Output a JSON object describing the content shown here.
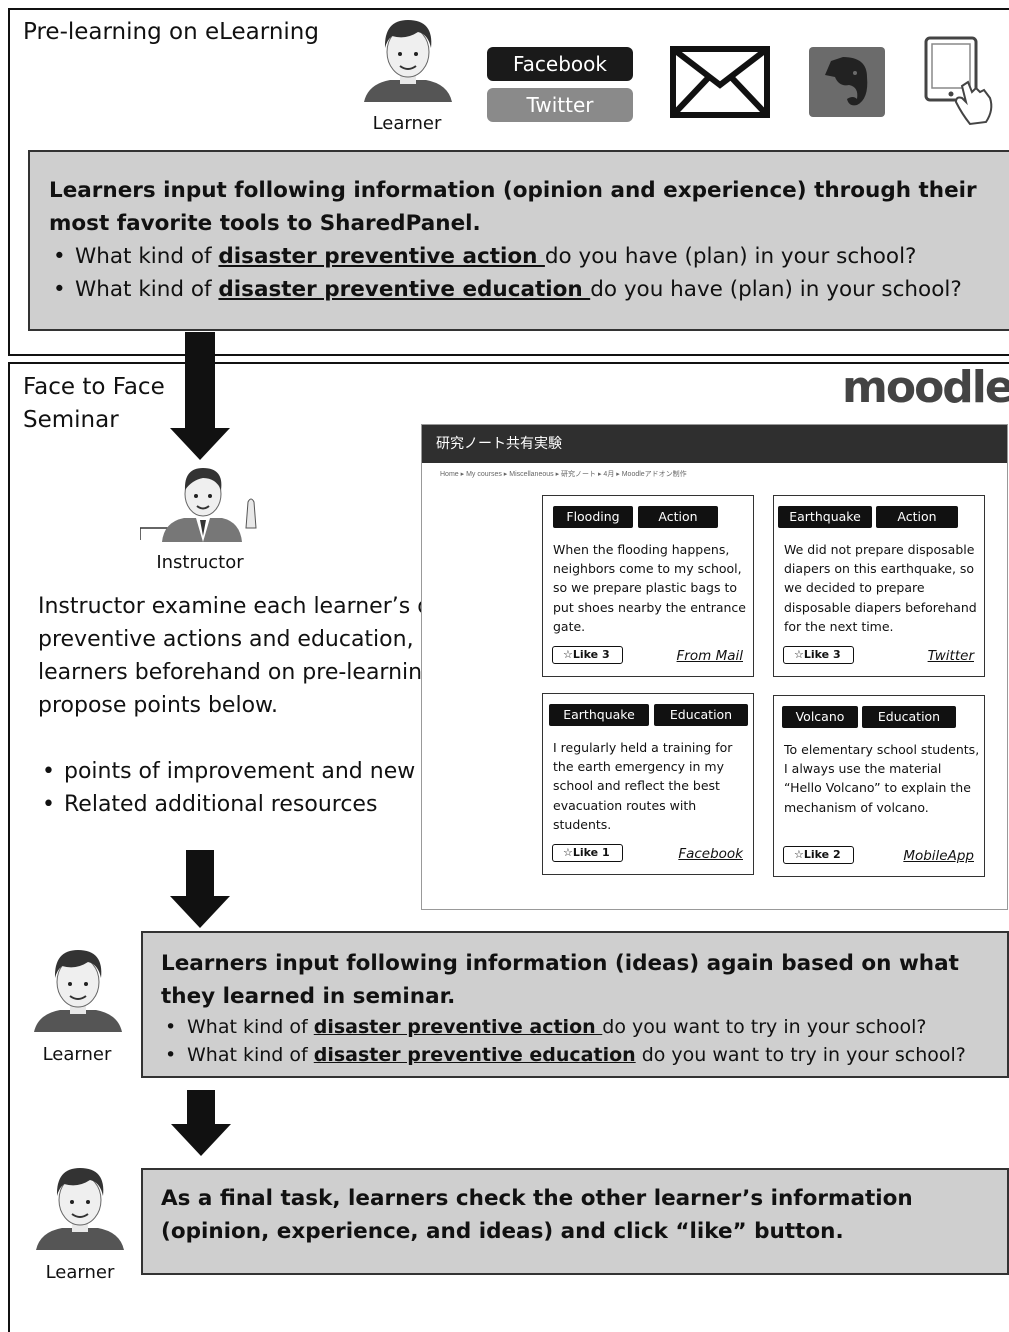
{
  "pre": {
    "title": "Pre-learning on eLearning",
    "learner_label": "Learner",
    "facebook": "Facebook",
    "twitter": "Twitter",
    "lead": "Learners input following information (opinion and experience) through their most favorite tools to SharedPanel.",
    "q1_a": "What kind of ",
    "q1_u": "disaster preventive action ",
    "q1_b": "do you have (plan) in your school?",
    "q2_a": "What kind of ",
    "q2_u": "disaster preventive education ",
    "q2_b": "do you have (plan) in your school?"
  },
  "seminar": {
    "title_line1": "Face to Face",
    "title_line2": "Seminar",
    "instructor_label": "Instructor",
    "para": "Instructor examine each learner’s disaster preventive actions and education, input by learners beforehand on pre-learning, and propose points below.",
    "point1": "points of improvement and new ideas.",
    "point2": "Related additional resources",
    "moodle_logo": "moodle",
    "panel_title": "研究ノート共有実験",
    "breadcrumb": "Home ▸ My courses ▸ Miscellaneous ▸ 研究ノート ▸ 4月 ▸ Moodleアドオン制作",
    "cards": [
      {
        "tag1": "Flooding",
        "tag2": "Action",
        "text": "When the flooding happens, neighbors come to my school, so we prepare plastic bags to put shoes nearby the entrance gate.",
        "like": "☆Like 3",
        "source": "From Mail"
      },
      {
        "tag1": "Earthquake",
        "tag2": "Action",
        "text": "We did not prepare disposable diapers on this earthquake, so we decided to prepare disposable diapers beforehand for the next time.",
        "like": "☆Like 3",
        "source": "Twitter"
      },
      {
        "tag1": "Earthquake",
        "tag2": "Education",
        "text": "I regularly held a training for the earth emergency in my school and reflect the best evacuation routes with students.",
        "like": "☆Like 1",
        "source": "Facebook"
      },
      {
        "tag1": "Volcano",
        "tag2": "Education",
        "text": "To elementary school students, I always use the material “Hello Volcano” to explain the mechanism of volcano.",
        "like": "☆Like 2",
        "source": "MobileApp"
      }
    ]
  },
  "step3": {
    "learner_label": "Learner",
    "lead": "Learners input following information (ideas) again based on what they learned in seminar.",
    "q1_a": "What kind of ",
    "q1_u": "disaster preventive action ",
    "q1_b": "do you want to try in your school?",
    "q2_a": "What kind of ",
    "q2_u": "disaster preventive education",
    "q2_b": " do you want to try in your school?"
  },
  "step4": {
    "learner_label": "Learner",
    "lead": "As a final task, learners check the other learner’s information (opinion, experience, and ideas) and click “like” button."
  }
}
